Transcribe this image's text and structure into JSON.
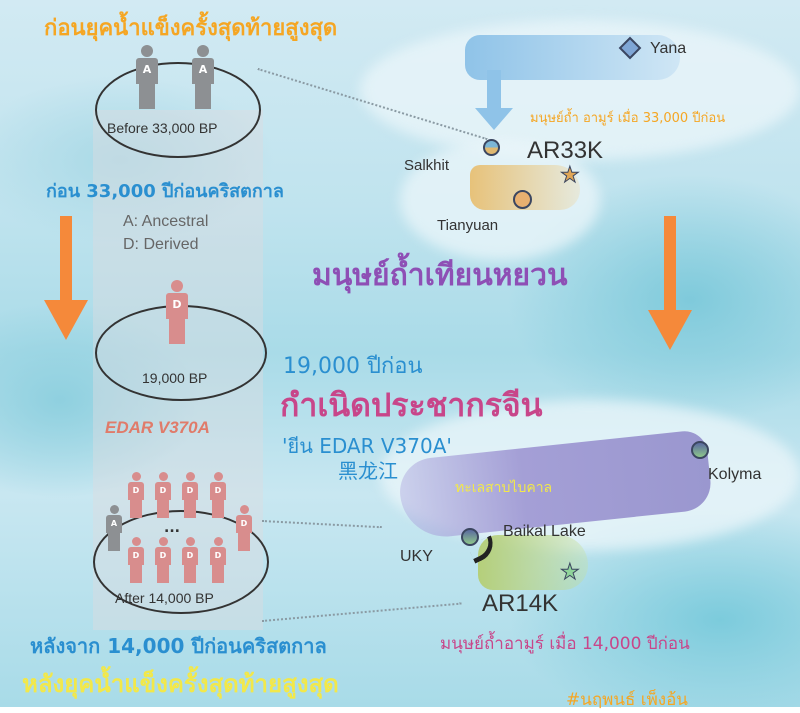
{
  "header": {
    "top_cut_text": "",
    "title_orange": "ก่อนยุคน้ำแข็งครั้งสุดท้ายสูงสุด"
  },
  "left_panel": {
    "stage1": {
      "label": "Before 33,000 BP",
      "people": [
        "A",
        "A"
      ]
    },
    "caption_before": "ก่อน 33,000 ปีก่อนคริสตกาล",
    "legend": {
      "ancestral": "A: Ancestral",
      "derived": "D: Derived"
    },
    "stage2": {
      "label": "19,000 BP",
      "people": [
        "D"
      ]
    },
    "mutation_label": "EDAR V370A",
    "stage3": {
      "label": "After 14,000 BP",
      "ellipsis": "...",
      "people_top": [
        "D",
        "D",
        "D",
        "D"
      ],
      "people_bottom": [
        "D",
        "D",
        "D",
        "D"
      ],
      "outside_left": "A",
      "outside_right": "D"
    },
    "caption_after": "หลังจาก 14,000 ปีก่อนคริสตกาล",
    "title_after": "หลังยุคน้ำแข็งครั้งสุดท้ายสูงสุด"
  },
  "map_top": {
    "sites": {
      "yana": "Yana",
      "salkhit": "Salkhit",
      "ar33k": "AR33K",
      "tianyuan": "Tianyuan"
    },
    "annotation_ar33k": "มนุษย์ถ้ำ อามูร์ เมื่อ 33,000 ปีก่อน",
    "tianyuan_title": "มนุษย์ถ้ำเทียนหยวน"
  },
  "middle": {
    "years": "19,000 ปีก่อน",
    "headline": "กำเนิดประชากรจีน",
    "gene": "'ยีน EDAR V370A'",
    "chinese": "黑龙江"
  },
  "map_bottom": {
    "sites": {
      "kolyma": "Kolyma",
      "baikal": "Baikal Lake",
      "uky": "UKY",
      "ar14k": "AR14K"
    },
    "baikal_thai": "ทะเลสาบไบคาล",
    "annotation_ar14k": "มนุษย์ถ้ำอามูร์ เมื่อ 14,000 ปีก่อน"
  },
  "footer": {
    "hashtag": "#นฤพนธ์ เพ็งอ้น"
  },
  "colors": {
    "orange": "#f5a623",
    "arrow_orange": "#f5893a",
    "blue_text": "#2a8fd0",
    "purple": "#8e4fb5",
    "magenta": "#c8468a",
    "yellow": "#f2e84a",
    "edar_red": "#e07b6a"
  }
}
